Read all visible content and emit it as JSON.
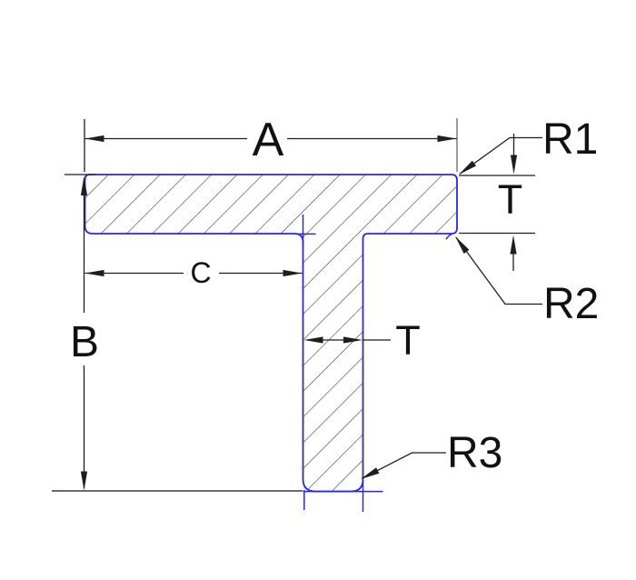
{
  "drawing": {
    "type": "tee-profile-cross-section",
    "labels": {
      "width": "A",
      "height": "B",
      "stem_offset": "C",
      "flange_thickness": "T",
      "stem_thickness": "T",
      "radius_1": "R1",
      "radius_2": "R2",
      "radius_3": "R3"
    },
    "colors": {
      "profile": "#2828e6",
      "hatch": "#454545",
      "dimension": "#1e1e1e",
      "text": "#111111",
      "background": "#ffffff"
    }
  }
}
